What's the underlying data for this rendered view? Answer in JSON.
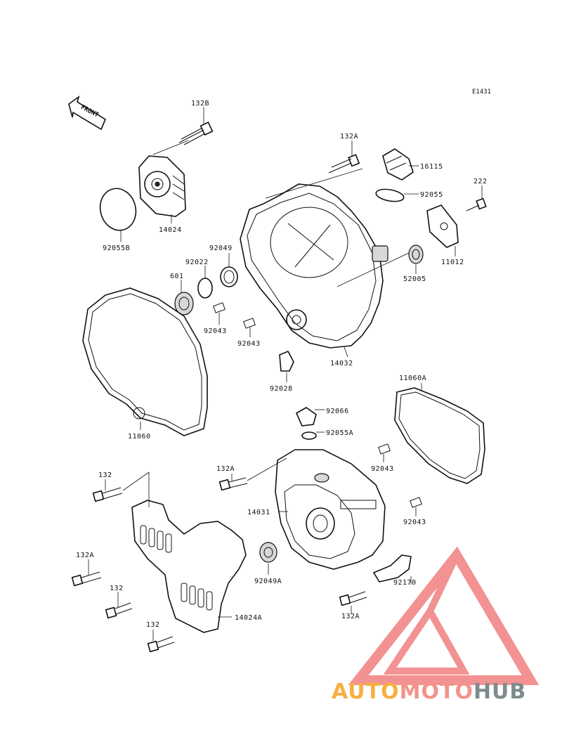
{
  "diagram": {
    "code": "E1431",
    "front_label": "FRONT",
    "parts": [
      {
        "id": "132b",
        "label": "132B"
      },
      {
        "id": "132a-top",
        "label": "132A"
      },
      {
        "id": "16115",
        "label": "16115"
      },
      {
        "id": "222",
        "label": "222"
      },
      {
        "id": "92055",
        "label": "92055"
      },
      {
        "id": "14024",
        "label": "14024"
      },
      {
        "id": "92055b",
        "label": "92055B"
      },
      {
        "id": "11012",
        "label": "11012"
      },
      {
        "id": "92049",
        "label": "92049"
      },
      {
        "id": "92022",
        "label": "92022"
      },
      {
        "id": "601",
        "label": "601"
      },
      {
        "id": "52005",
        "label": "52005"
      },
      {
        "id": "92043-a",
        "label": "92043"
      },
      {
        "id": "92043-b",
        "label": "92043"
      },
      {
        "id": "14032",
        "label": "14032"
      },
      {
        "id": "92028",
        "label": "92028"
      },
      {
        "id": "11060a",
        "label": "11060A"
      },
      {
        "id": "92066",
        "label": "92066"
      },
      {
        "id": "11060",
        "label": "11060"
      },
      {
        "id": "92055a",
        "label": "92055A"
      },
      {
        "id": "132-a",
        "label": "132"
      },
      {
        "id": "132a-mid",
        "label": "132A"
      },
      {
        "id": "92043-c",
        "label": "92043"
      },
      {
        "id": "14031",
        "label": "14031"
      },
      {
        "id": "92043-d",
        "label": "92043"
      },
      {
        "id": "132a-left",
        "label": "132A"
      },
      {
        "id": "132-b",
        "label": "132"
      },
      {
        "id": "92049a",
        "label": "92049A"
      },
      {
        "id": "92170",
        "label": "92170"
      },
      {
        "id": "14024a",
        "label": "14024A"
      },
      {
        "id": "132a-bottom",
        "label": "132A"
      },
      {
        "id": "132-c",
        "label": "132"
      }
    ]
  },
  "watermark": {
    "part1": "AUTO",
    "part2": "MOTO",
    "part3": "HUB",
    "color1": "#f5b041",
    "color2": "#f1948a",
    "color3": "#7f8c8d",
    "logo_color": "#f08080"
  }
}
